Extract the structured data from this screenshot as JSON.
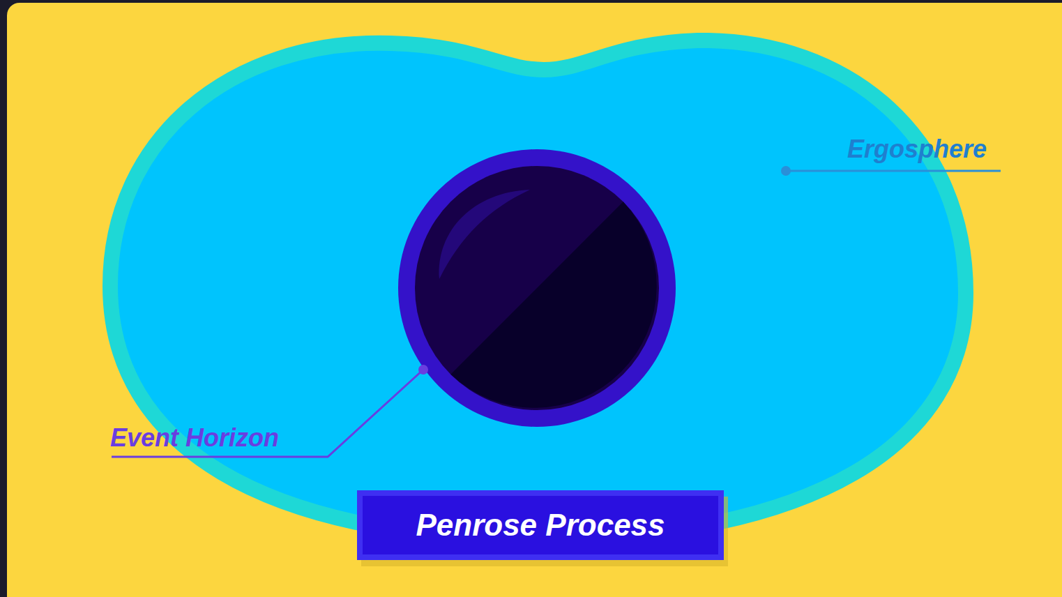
{
  "diagram": {
    "nodes": [
      {
        "text": [
          "Penrose Process"
        ]
      }
    ],
    "labels": [
      "Ergosphere",
      "Event Horizon"
    ]
  }
}
